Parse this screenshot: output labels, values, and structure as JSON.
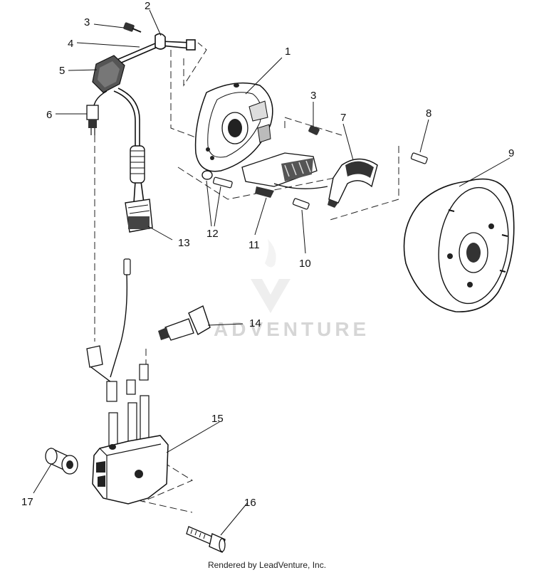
{
  "callouts": {
    "c1": "1",
    "c2": "2",
    "c3a": "3",
    "c3b": "3",
    "c4": "4",
    "c5": "5",
    "c6": "6",
    "c7": "7",
    "c8": "8",
    "c9": "9",
    "c10": "10",
    "c11": "11",
    "c12": "12",
    "c13": "13",
    "c14": "14",
    "c15": "15",
    "c16": "16",
    "c17": "17"
  },
  "watermark": {
    "text": "ADVENTURE"
  },
  "footer": {
    "rendered_by": "Rendered by LeadVenture, Inc."
  }
}
